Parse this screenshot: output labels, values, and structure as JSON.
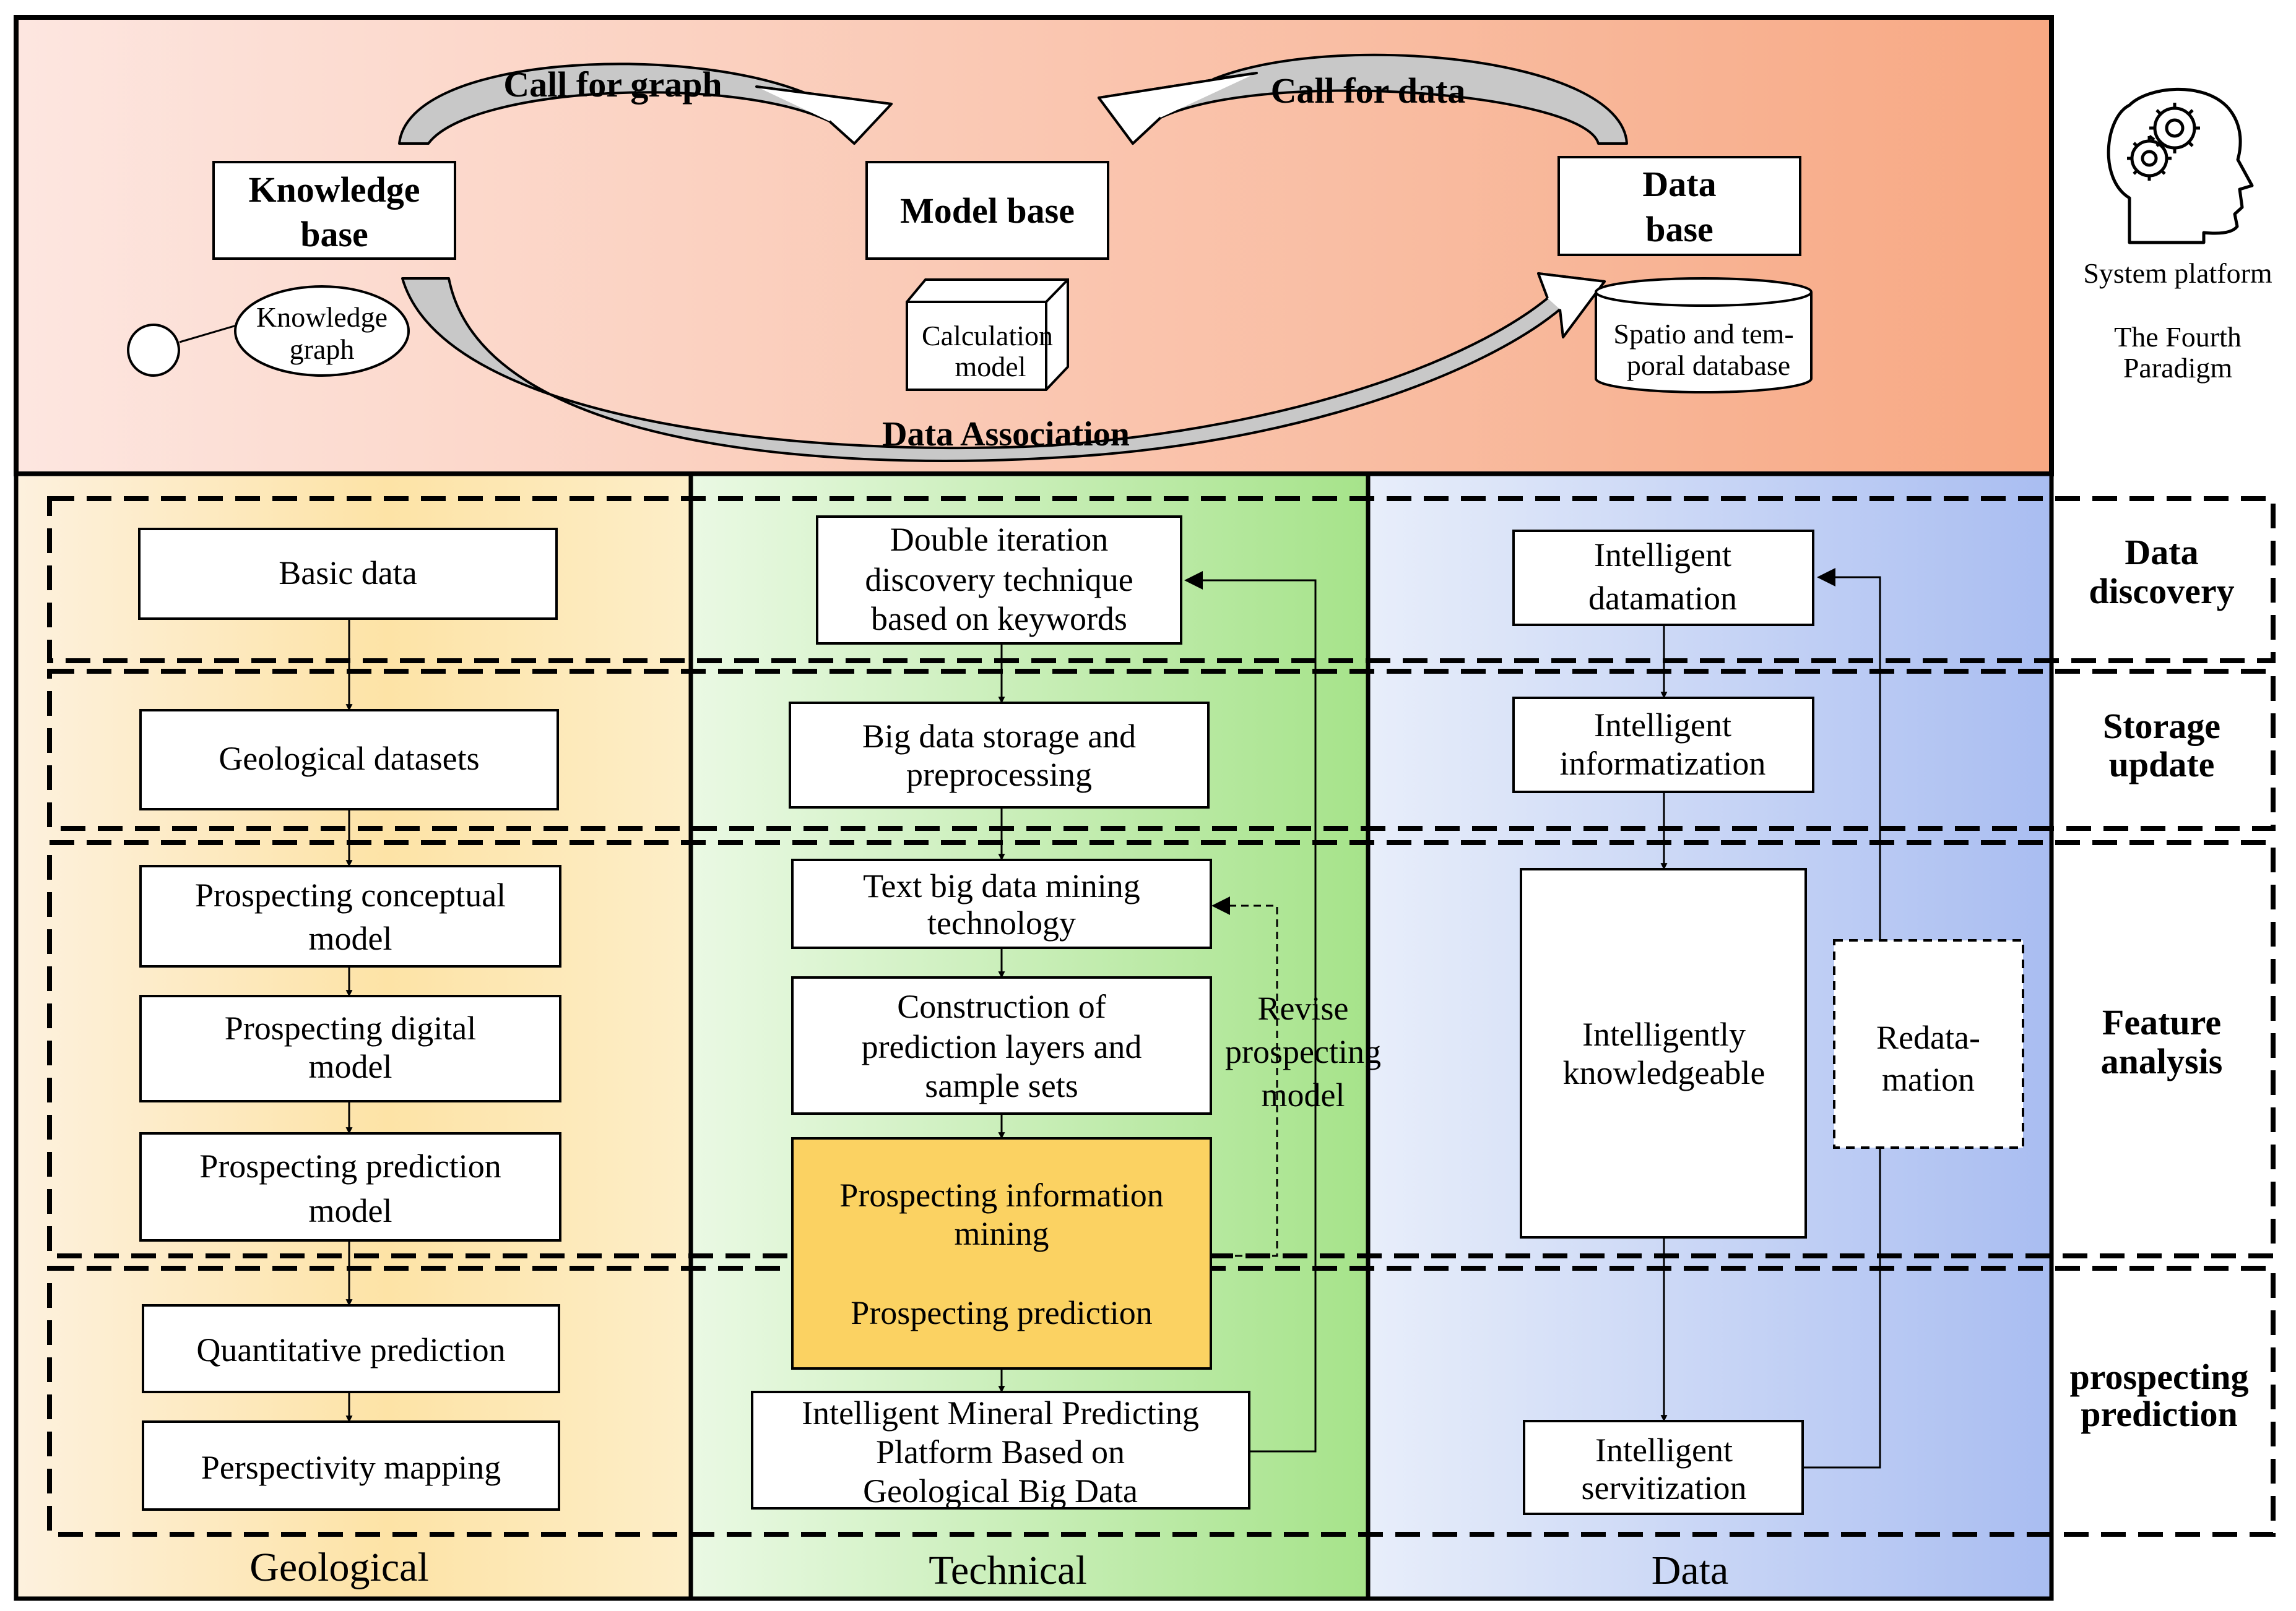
{
  "top": {
    "knowledge_base": [
      "Knowledge",
      "base"
    ],
    "model_base": "Model base",
    "data_base": [
      "Data",
      "base"
    ],
    "knowledge_graph": [
      "Knowledge",
      "graph"
    ],
    "calculation_model": [
      "Calculation",
      "model"
    ],
    "spatio_db": [
      "Spatio and tem-",
      "poral database"
    ],
    "call_for_graph": "Call for graph",
    "call_for_data": "Call for data",
    "data_association": "Data Association"
  },
  "sidebar": {
    "system_platform": "System platform",
    "paradigm": [
      "The Fourth",
      "Paradigm"
    ],
    "icon": "head-gears-icon"
  },
  "columns": {
    "geological": "Geological",
    "technical": "Technical",
    "data": "Data"
  },
  "stages": {
    "data_discovery": [
      "Data",
      "discovery"
    ],
    "storage_update": [
      "Storage",
      "update"
    ],
    "feature_analysis": [
      "Feature",
      "analysis"
    ],
    "prospecting_prediction": [
      "prospecting",
      "prediction"
    ]
  },
  "geological": {
    "basic_data": "Basic data",
    "geological_datasets": "Geological datasets",
    "conceptual_model": [
      "Prospecting conceptual",
      "model"
    ],
    "digital_model": [
      "Prospecting digital",
      "model"
    ],
    "prediction_model": [
      "Prospecting prediction",
      "model"
    ],
    "quantitative_prediction": "Quantitative prediction",
    "perspectivity_mapping": "Perspectivity mapping"
  },
  "technical": {
    "double_iteration": [
      "Double iteration",
      "discovery technique",
      "based on keywords"
    ],
    "big_data_storage": [
      "Big data storage and",
      "preprocessing"
    ],
    "text_mining": [
      "Text big data mining",
      "technology"
    ],
    "construction": [
      "Construction of",
      "prediction layers and",
      "sample sets"
    ],
    "info_mining": [
      "Prospecting information",
      "mining"
    ],
    "prospecting_prediction": "Prospecting prediction",
    "platform": [
      "Intelligent Mineral Predicting",
      "Platform Based on",
      "Geological Big Data"
    ],
    "revise": [
      "Revise",
      "prospecting",
      "model"
    ]
  },
  "data_col": {
    "datamation": [
      "Intelligent",
      "datamation"
    ],
    "informatization": [
      "Intelligent",
      "informatization"
    ],
    "knowledgeable": [
      "Intelligently",
      "knowledgeable"
    ],
    "redatamation": [
      "Redata-",
      "mation"
    ],
    "servitization": [
      "Intelligent",
      "servitization"
    ]
  },
  "colors": {
    "top_gradient": [
      "#fde6e0",
      "#f7a883"
    ],
    "geo_gradient": [
      "#fdf3df",
      "#fcdc97"
    ],
    "tech_gradient": [
      "#eaf9e4",
      "#a8e58c"
    ],
    "data_gradient": [
      "#e6ecf9",
      "#a9bef2"
    ],
    "highlight": "#fbd262",
    "arrow_fill": "#c8c8c8"
  }
}
